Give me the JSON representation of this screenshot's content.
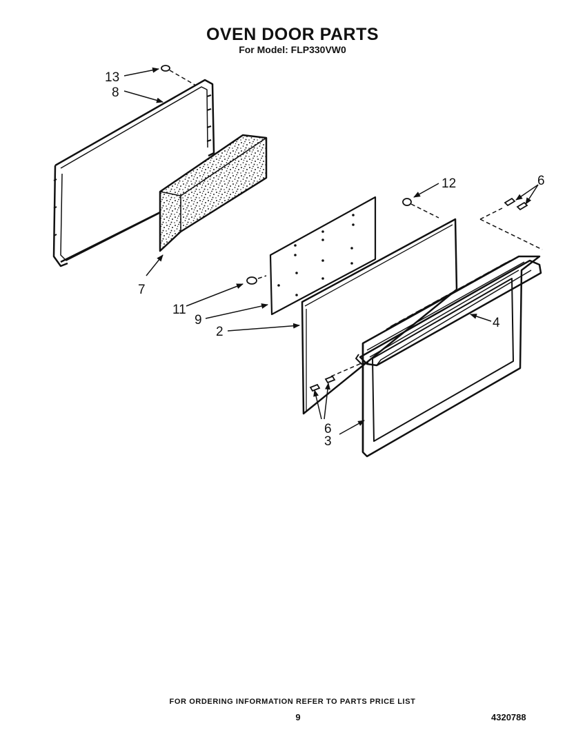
{
  "header": {
    "title": "OVEN DOOR PARTS",
    "model_prefix": "For Model: ",
    "model": "FLP330VW0"
  },
  "callouts": {
    "c13": "13",
    "c8": "8",
    "c7": "7",
    "c11": "11",
    "c9": "9",
    "c2": "2",
    "c12": "12",
    "c6_top": "6",
    "c4": "4",
    "c6_bottom": "6",
    "c3": "3"
  },
  "footer": {
    "ordering_note": "FOR ORDERING INFORMATION REFER TO PARTS PRICE LIST",
    "page_number": "9",
    "document_number": "4320788"
  }
}
